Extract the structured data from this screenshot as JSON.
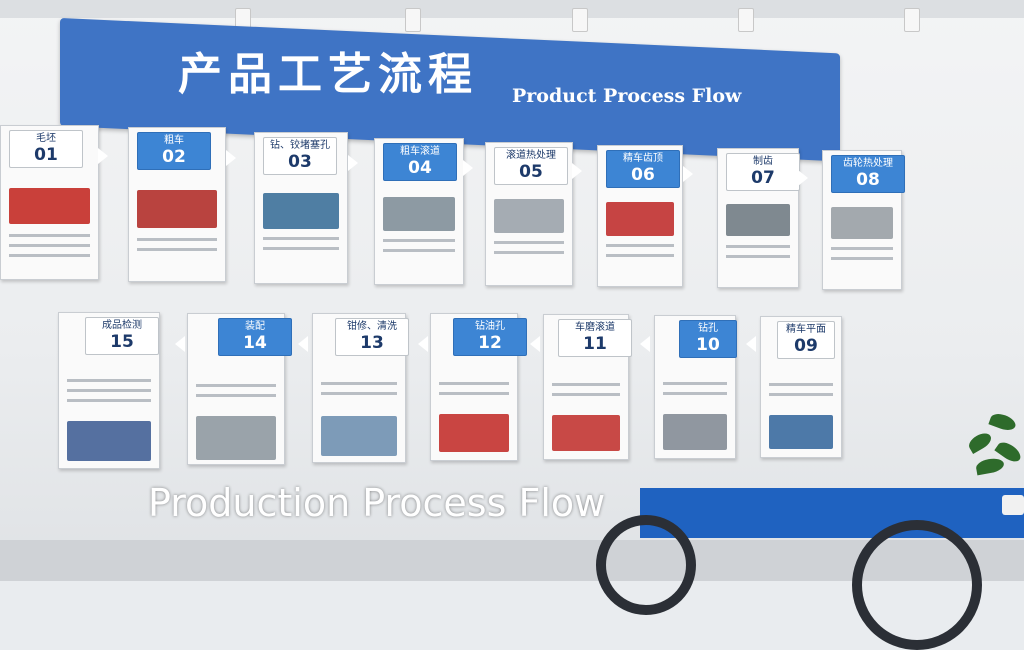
{
  "header": {
    "title_cn": "产品工艺流程",
    "title_en": "Product Process Flow"
  },
  "steps_top": [
    {
      "cn": "毛坯",
      "num": "01",
      "tag": "white"
    },
    {
      "cn": "粗车",
      "num": "02",
      "tag": "blue"
    },
    {
      "cn": "钻、铰堵塞孔",
      "num": "03",
      "tag": "white"
    },
    {
      "cn": "粗车滚道",
      "num": "04",
      "tag": "blue"
    },
    {
      "cn": "滚道热处理",
      "num": "05",
      "tag": "white"
    },
    {
      "cn": "精车齿顶",
      "num": "06",
      "tag": "blue"
    },
    {
      "cn": "制齿",
      "num": "07",
      "tag": "white"
    },
    {
      "cn": "齿轮热处理",
      "num": "08",
      "tag": "blue"
    }
  ],
  "steps_bottom": [
    {
      "cn": "成品检测",
      "num": "15",
      "tag": "white"
    },
    {
      "cn": "装配",
      "num": "14",
      "tag": "blue"
    },
    {
      "cn": "钳修、清洗",
      "num": "13",
      "tag": "white"
    },
    {
      "cn": "钻油孔",
      "num": "12",
      "tag": "blue"
    },
    {
      "cn": "车磨滚道",
      "num": "11",
      "tag": "white"
    },
    {
      "cn": "钻孔",
      "num": "10",
      "tag": "blue"
    },
    {
      "cn": "精车平面",
      "num": "09",
      "tag": "white"
    }
  ],
  "caption": "Production Process Flow",
  "colors": {
    "banner": "#3f74c5",
    "tag_blue": "#3d85d4",
    "strip": "#1f62c0"
  }
}
